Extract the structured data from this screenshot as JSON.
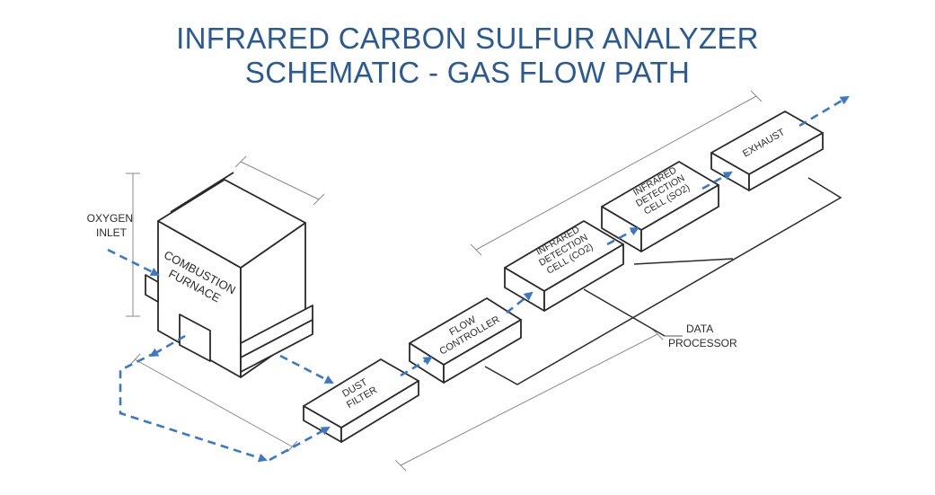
{
  "title": {
    "line1": "INFRARED CARBON SULFUR ANALYZER",
    "line2": "SCHEMATIC - GAS FLOW PATH"
  },
  "labels": {
    "oxygen_inlet": [
      "OXYGEN",
      "INLET"
    ],
    "data_processor": [
      "DATA",
      "PROCESSOR"
    ]
  },
  "components": {
    "furnace": [
      "COMBUSTION",
      "FURNACE"
    ],
    "dust_filter": [
      "DUST",
      "FILTER"
    ],
    "flow_controller": [
      "FLOW",
      "CONTROLLER"
    ],
    "ir_cell_co2": [
      "INFRARED",
      "DETECTION",
      "CELL (CO2)"
    ],
    "ir_cell_so2": [
      "INFRARED",
      "DETECTION",
      "CELL (SO2)"
    ],
    "exhaust": [
      "EXHAUST"
    ]
  },
  "colors": {
    "title": "#2a5a95",
    "flow": "#3a78c8",
    "line": "#2a2a2a",
    "dim": "#8a8a8a"
  }
}
